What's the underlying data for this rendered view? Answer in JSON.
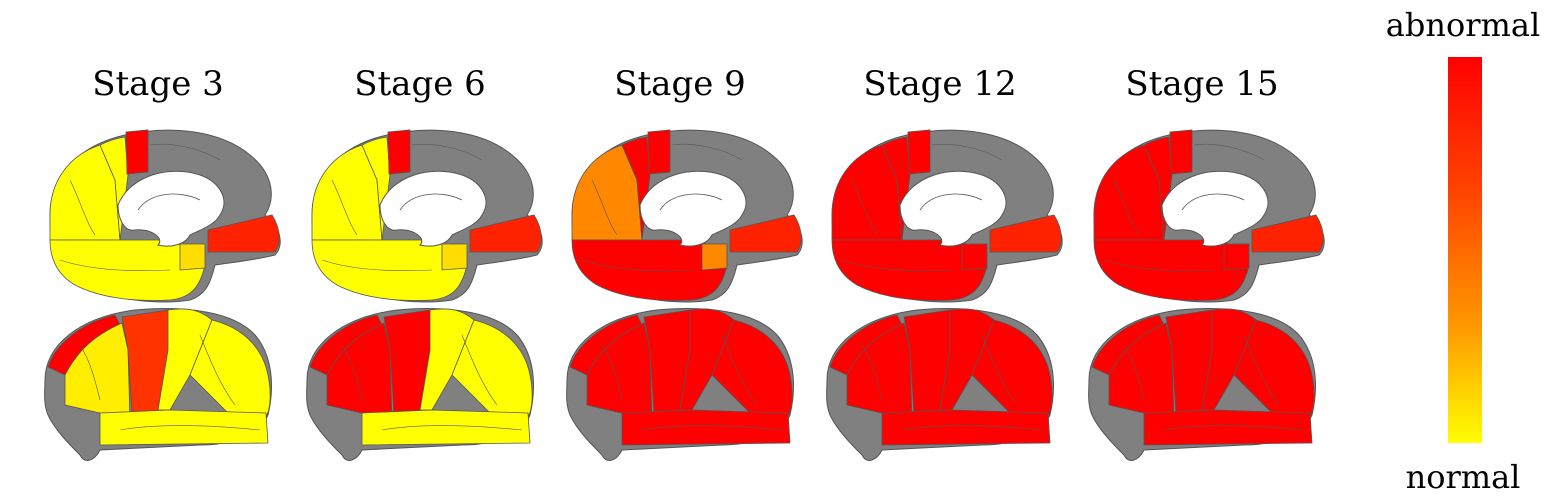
{
  "stages": [
    {
      "title": "Stage 3",
      "medial": {
        "occipital": "#ffff00",
        "precuneus": "#ffff00",
        "paracentral": "#ff0000",
        "frontal": "#ff2200",
        "temporal": "#ffff00",
        "hippo": "#ffdd00"
      },
      "lateral": {
        "frontal": "#ff0000",
        "prefrontal": "#ffee00",
        "precentral": "#ff3300",
        "postcentral": "#ffff00",
        "parietal": "#ffff00",
        "temporal": "#ffff00"
      }
    },
    {
      "title": "Stage 6",
      "medial": {
        "occipital": "#ffff00",
        "precuneus": "#ffff00",
        "paracentral": "#ff0000",
        "frontal": "#ff2200",
        "temporal": "#ffff00",
        "hippo": "#ffdd00"
      },
      "lateral": {
        "frontal": "#ff0000",
        "prefrontal": "#ff0000",
        "precentral": "#ff0000",
        "postcentral": "#ffff00",
        "parietal": "#ffff00",
        "temporal": "#ffff00"
      }
    },
    {
      "title": "Stage 9",
      "medial": {
        "occipital": "#ff8800",
        "precuneus": "#ff0000",
        "paracentral": "#ff0000",
        "frontal": "#ff2200",
        "temporal": "#ff0000",
        "hippo": "#ff8800"
      },
      "lateral": {
        "frontal": "#ff0000",
        "prefrontal": "#ff0000",
        "precentral": "#ff0000",
        "postcentral": "#ff0000",
        "parietal": "#ff0000",
        "temporal": "#ff0000"
      }
    },
    {
      "title": "Stage 12",
      "medial": {
        "occipital": "#ff0000",
        "precuneus": "#ff0000",
        "paracentral": "#ff0000",
        "frontal": "#ff2200",
        "temporal": "#ff0000",
        "hippo": "#ff0000"
      },
      "lateral": {
        "frontal": "#ff0000",
        "prefrontal": "#ff0000",
        "precentral": "#ff0000",
        "postcentral": "#ff0000",
        "parietal": "#ff0000",
        "temporal": "#ff0000"
      }
    },
    {
      "title": "Stage 15",
      "medial": {
        "occipital": "#ff0000",
        "precuneus": "#ff0000",
        "paracentral": "#ff0000",
        "frontal": "#ff2200",
        "temporal": "#ff0000",
        "hippo": "#ff0000"
      },
      "lateral": {
        "frontal": "#ff0000",
        "prefrontal": "#ff0000",
        "precentral": "#ff0000",
        "postcentral": "#ff0000",
        "parietal": "#ff0000",
        "temporal": "#ff0000"
      }
    }
  ],
  "colorbar": {
    "top_label": "abnormal",
    "bottom_label": "normal",
    "top_color": "#ff0000",
    "bottom_color": "#ffff00"
  },
  "colors": {
    "inactive": "#808080",
    "outline": "#555555"
  }
}
